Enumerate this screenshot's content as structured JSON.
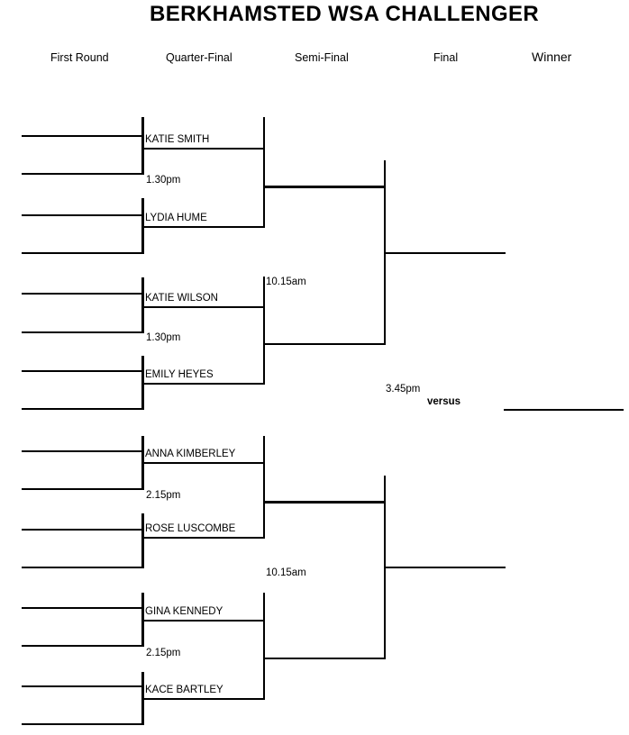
{
  "title": "BERKHAMSTED WSA CHALLENGER",
  "column_headers": {
    "first_round": "First Round",
    "quarter_final": "Quarter-Final",
    "semi_final": "Semi-Final",
    "final": "Final",
    "winner": "Winner"
  },
  "bracket": {
    "quarter_final_players": [
      "KATIE SMITH",
      "LYDIA HUME",
      "KATIE WILSON",
      "EMILY HEYES",
      "ANNA KIMBERLEY",
      "ROSE LUSCOMBE",
      "GINA KENNEDY",
      "KACE BARTLEY"
    ],
    "quarter_final_times": [
      "1.30pm",
      "1.30pm",
      "2.15pm",
      "2.15pm"
    ],
    "semi_final_times": [
      "10.15am",
      "10.15am"
    ],
    "final_time": "3.45pm",
    "final_versus_label": "versus"
  },
  "colors": {
    "line": "#000000",
    "text": "#000000",
    "background": "#ffffff"
  }
}
